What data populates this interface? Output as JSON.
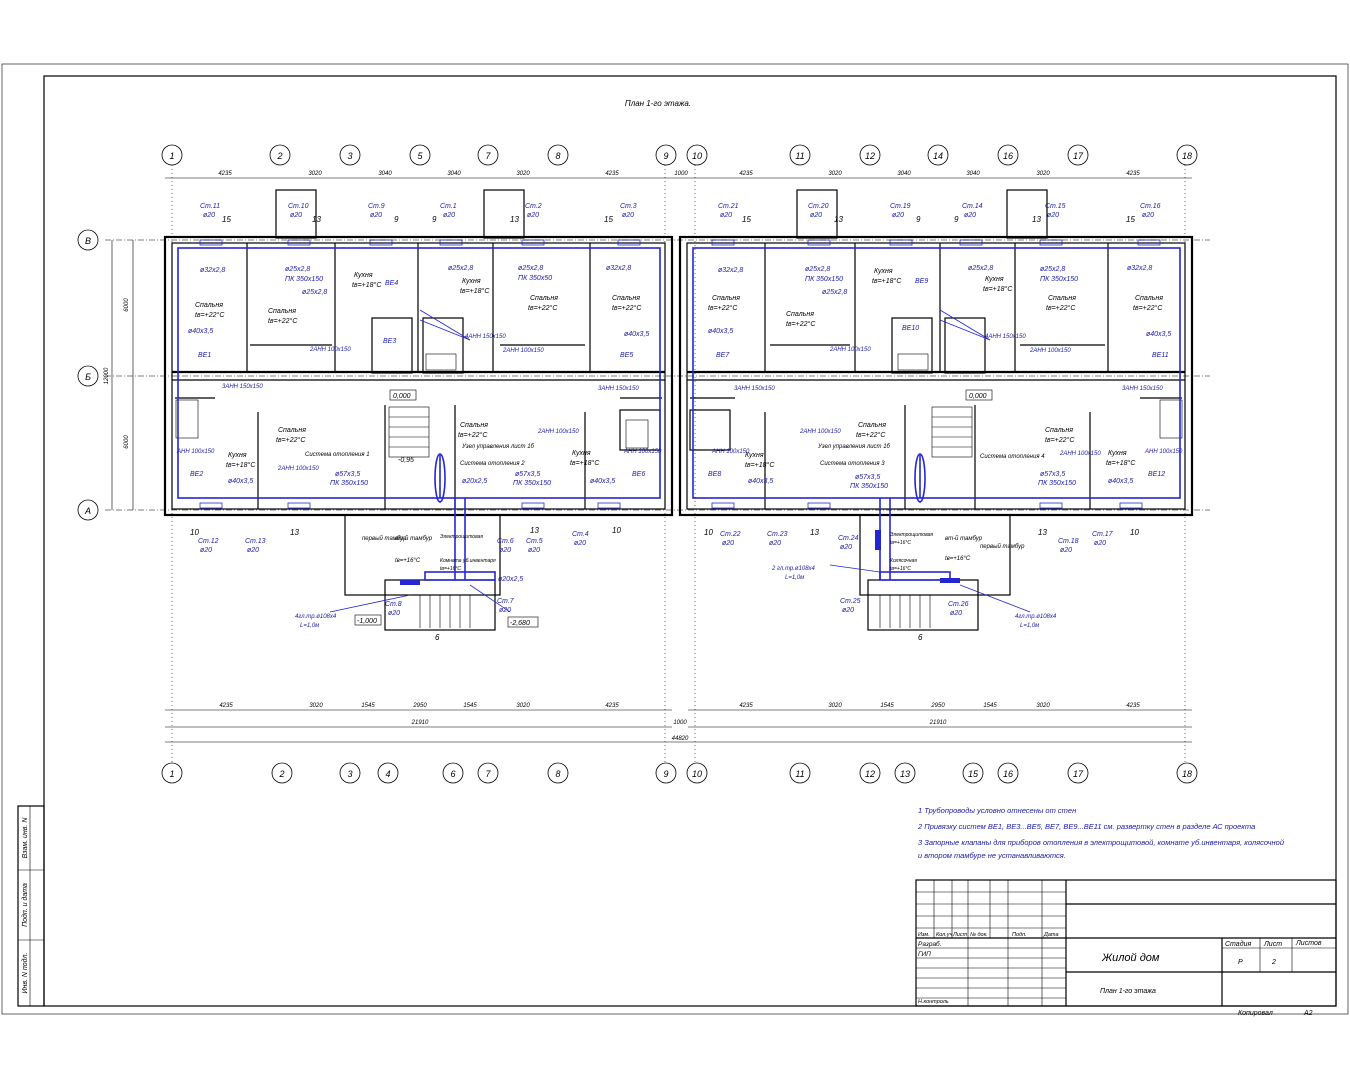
{
  "sheet": {
    "plan_title": "План 1-го этажа.",
    "project_name": "Жилой дом",
    "sheet_name": "План 1-го этажа",
    "stage_header": "Стадия",
    "sheet_header": "Лист",
    "sheets_header": "Листов",
    "stage_value": "Р",
    "sheet_value": "2",
    "copied_label": "Копировал",
    "format_label": "A2",
    "row_labels": [
      "Разраб.",
      "ГИП",
      "Н.контроль"
    ],
    "col_headers": [
      "Изм.",
      "Кол.уч",
      "Лист",
      "№ док.",
      "Подп.",
      "Дата"
    ],
    "side_stamps": [
      "Взам. инв. N",
      "Подп. и дата",
      "Инв. N подл."
    ]
  },
  "notes": [
    "1  Трубопроводы условно отнесены от стен",
    "2  Привязку систем ВЕ1, ВЕ3...ВЕ5, ВЕ7, ВЕ9...ВЕ11 см. развертку стен в разделе АС проекта",
    "3  Запорные клапаны для приборов отопления в электрощитовой, комнате уб.инвентаря, колясочной",
    "и втором тамбуре не устанавливаются."
  ],
  "axes": {
    "top_left": [
      "1",
      "2",
      "3",
      "5",
      "7",
      "8",
      "9"
    ],
    "top_right": [
      "10",
      "11",
      "12",
      "14",
      "16",
      "17",
      "18"
    ],
    "bottom_left": [
      "1",
      "2",
      "3",
      "4",
      "6",
      "7",
      "8",
      "9"
    ],
    "bottom_right": [
      "10",
      "11",
      "12",
      "13",
      "15",
      "16",
      "17",
      "18"
    ],
    "rows": [
      "В",
      "Б",
      "А"
    ]
  },
  "dimensions": {
    "top_left": [
      "4235",
      "3020",
      "3040",
      "3040",
      "3020",
      "4235"
    ],
    "top_right": [
      "4235",
      "3020",
      "3040",
      "3040",
      "3020",
      "4235"
    ],
    "gap": "1000",
    "bottom_left": [
      "4235",
      "3020",
      "1545",
      "2950",
      "1545",
      "3020",
      "4235"
    ],
    "bottom_right": [
      "4235",
      "3020",
      "1545",
      "2950",
      "1545",
      "3020",
      "4235"
    ],
    "section_total": "21910",
    "overall_total": "44820",
    "vertical": [
      "6000",
      "12000",
      "6000"
    ]
  },
  "rooms": {
    "bedroom": "Спальня",
    "kitchen": "Кухня",
    "t22": "tв=+22°C",
    "t18": "tв=+18°C",
    "t16": "tв=+16°C",
    "vestibule1": "первый тамбур",
    "vestibule2": "вт-й тамбур",
    "inventory": "Комната уб.инвентаря",
    "electrical": "Электрощитовая",
    "strollers": "Колясочная"
  },
  "risers_top": [
    "Ст.11",
    "Ст.10",
    "Ст.9",
    "Ст.1",
    "Ст.2",
    "Ст.3",
    "Ст.21",
    "Ст.20",
    "Ст.19",
    "Ст.14",
    "Ст.15",
    "Ст.16"
  ],
  "risers_bottom": [
    "Ст.12",
    "Ст.13",
    "Ст.6",
    "Ст.5",
    "Ст.4",
    "Ст.22",
    "Ст.23",
    "Ст.24",
    "Ст.18",
    "Ст.17"
  ],
  "risers_entry": [
    "Ст.8",
    "Ст.7",
    "Ст.25",
    "Ст.26"
  ],
  "pipe_d20": "ø20",
  "pipes": {
    "d32": "ø32x2,8",
    "d25": "ø25x2,8",
    "d40": "ø40x3,5",
    "d57": "ø57x3,5",
    "d20b": "ø20x2,5",
    "pk350": "ПК 350х150",
    "pk350b": "ПК 350х50"
  },
  "radiators": {
    "r3": "3АНН 150х150",
    "r2": "2АНН 100х150",
    "r4": "4АНН 150х150",
    "r1": "АНН 100х150",
    "register_left": "4гл.тр.ø108х4",
    "register_right": "2 гл.тр.ø108х4",
    "length": "L=1,0м"
  },
  "vents_left": [
    "ВЕ1",
    "ВЕ2",
    "ВЕ3",
    "ВЕ4",
    "ВЕ5",
    "ВЕ6"
  ],
  "vents_right": [
    "ВЕ7",
    "ВЕ8",
    "ВЕ9",
    "ВЕ10",
    "ВЕ11",
    "ВЕ12"
  ],
  "systems": {
    "s1": "Система отопления 1",
    "s2": "Система отопления 2",
    "s3": "Система отопления 3",
    "s4": "Система отопления 4",
    "node": "Узел управления лист 1б"
  },
  "levels": [
    "0,000",
    "-0,95",
    "-1,000",
    "-2,680"
  ],
  "counts": [
    "15",
    "13",
    "9",
    "10",
    "6"
  ]
}
